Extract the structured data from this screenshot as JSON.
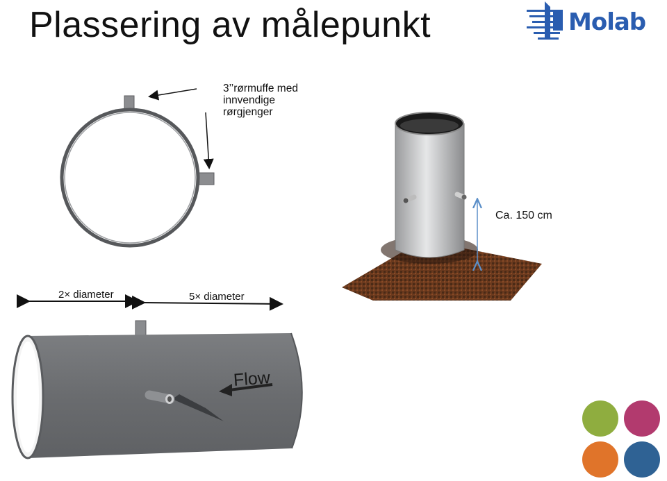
{
  "slide": {
    "title": "Plassering av målepunkt",
    "logo_text": "Molab",
    "pipe_label": "3’’rørmuffe med\ninnvendige\nrørgjenger",
    "height_label": "Ca. 150 cm",
    "dim_left": "2× diameter",
    "dim_right": "5× diameter",
    "flow_label": "Flow"
  },
  "colors": {
    "logo_blue": "#2a5db0",
    "pipe_gray": "#6f7174",
    "arrow_blue": "#5b8fc8",
    "dot_green": "#8fad3f",
    "dot_magenta": "#b23a6e",
    "dot_orange": "#e0742a",
    "dot_blue": "#2f6294"
  }
}
